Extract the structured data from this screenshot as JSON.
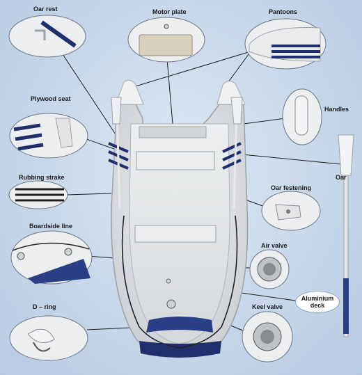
{
  "labels": {
    "oar_rest": "Oar rest",
    "motor_plate": "Motor plate",
    "pantoons": "Pantoons",
    "plywood_seat": "Plywood seat",
    "handles": "Handles",
    "oar": "Oar",
    "rubbing_strake": "Rubbing strake",
    "oar_festening": "Oar festening",
    "boardside_line": "Boardside line",
    "air_valve": "Air valve",
    "aluminium_deck_1": "Aluminium",
    "aluminium_deck_2": "deck",
    "keel_valve": "Keel valve",
    "d_ring": "D – ring"
  },
  "colors": {
    "boat_hull": "#e4e6e8",
    "boat_shadow": "#b9bcc0",
    "stripe": "#1f2f6e",
    "deck_blue": "#2a3f86",
    "background": "#c6d6e9"
  }
}
